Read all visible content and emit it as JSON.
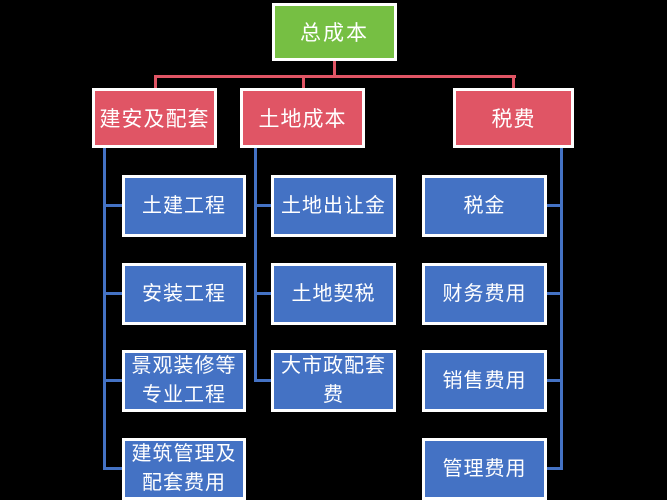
{
  "palette": {
    "background": "#000000",
    "root_fill": "#76BF43",
    "branch_fill": "#E05565",
    "leaf_fill": "#4472C4",
    "branch_line": "#E05565",
    "leaf_line": "#4472C4",
    "border": "#FFFFFF",
    "text": "#FFFFFF"
  },
  "chart": {
    "type": "org-hierarchy",
    "root": {
      "label": "总成本"
    },
    "branches": [
      {
        "label": "建安及配套",
        "children": [
          "土建工程",
          "安装工程",
          "景观装修等\n专业工程",
          "建筑管理及\n配套费用"
        ]
      },
      {
        "label": "土地成本",
        "children": [
          "土地出让金",
          "土地契税",
          "大市政配套\n费"
        ]
      },
      {
        "label": "税费",
        "children": [
          "税金",
          "财务费用",
          "销售费用",
          "管理费用"
        ]
      }
    ]
  }
}
